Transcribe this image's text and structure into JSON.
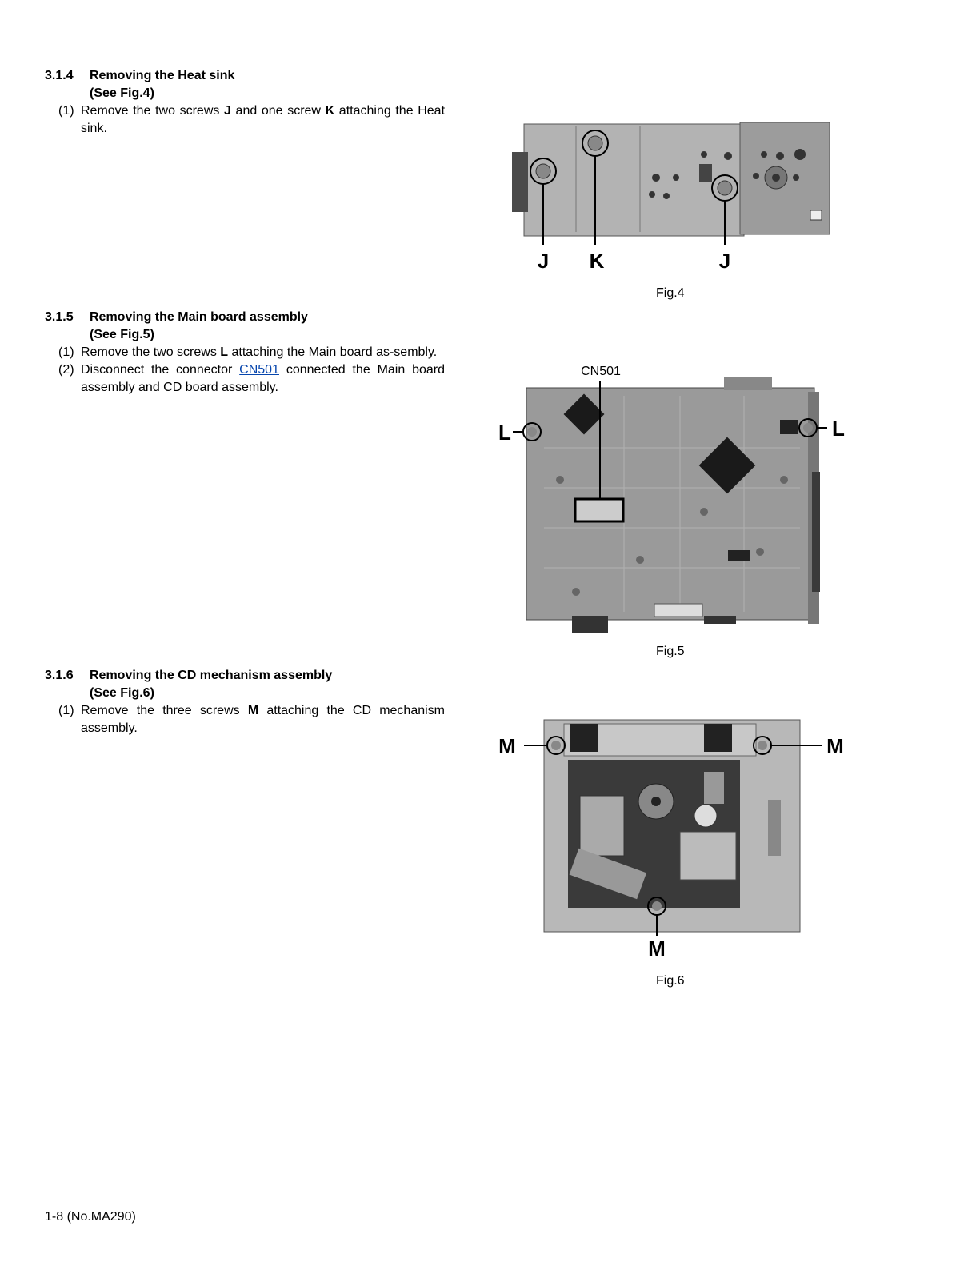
{
  "sections": [
    {
      "number": "3.1.4",
      "title": "Removing the Heat sink",
      "see": "(See Fig.4)",
      "steps": [
        {
          "marker": "(1)",
          "parts": [
            "Remove the two screws ",
            "J",
            " and one screw ",
            "K",
            " attaching the Heat sink."
          ]
        }
      ]
    },
    {
      "number": "3.1.5",
      "title": "Removing the Main board assembly",
      "see": "(See Fig.5)",
      "steps": [
        {
          "marker": "(1)",
          "parts": [
            "Remove the two screws ",
            "L",
            " attaching the Main board as-sembly."
          ]
        },
        {
          "marker": "(2)",
          "parts": [
            "Disconnect the connector ",
            "CN501",
            " connected the Main board assembly and CD board assembly."
          ]
        }
      ]
    },
    {
      "number": "3.1.6",
      "title": "Removing the CD mechanism assembly",
      "see": "(See Fig.6)",
      "steps": [
        {
          "marker": "(1)",
          "parts": [
            "Remove the three screws ",
            "M",
            " attaching the CD mechanism assembly."
          ]
        }
      ]
    }
  ],
  "figures": {
    "fig4": {
      "caption": "Fig.4",
      "labels": [
        "J",
        "K",
        "J"
      ]
    },
    "fig5": {
      "caption": "Fig.5",
      "labels": [
        "L",
        "L"
      ],
      "connector": "CN501"
    },
    "fig6": {
      "caption": "Fig.6",
      "labels": [
        "M",
        "M",
        "M"
      ]
    }
  },
  "footer": "1-8 (No.MA290)"
}
